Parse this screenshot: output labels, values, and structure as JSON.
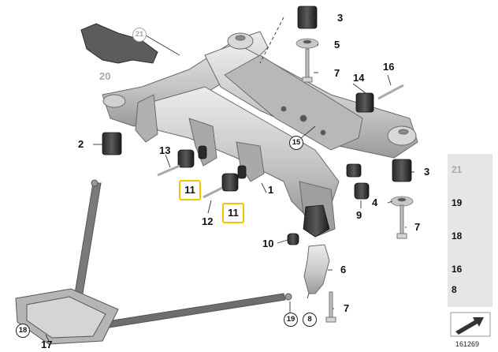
{
  "diagram_id": "161269",
  "part_labels": {
    "p1": "1",
    "p2": "2",
    "p3a": "3",
    "p3b": "3",
    "p4": "4",
    "p5": "5",
    "p6": "6",
    "p7a": "7",
    "p7b": "7",
    "p7c": "7",
    "p9": "9",
    "p10": "10",
    "p12": "12",
    "p13": "13",
    "p14": "14",
    "p16": "16",
    "p17": "17",
    "p20": "20"
  },
  "circled_labels": {
    "c15": "15",
    "c18": "18",
    "c19": "19",
    "c21": "21",
    "c8": "8"
  },
  "highlighted_labels": {
    "h11a": "11",
    "h11b": "11"
  },
  "key_panel": [
    {
      "num": "21",
      "icon": "cap-nut-icon",
      "muted": true
    },
    {
      "num": "19",
      "icon": "flange-bolt-icon"
    },
    {
      "num": "18",
      "icon": "flange-bolt-icon"
    },
    {
      "num": "16",
      "icon": "hex-nut-icon"
    },
    {
      "num": "8",
      "icon": "flange-bolt-icon"
    },
    {
      "num": "",
      "icon": "direction-arrow-icon"
    }
  ],
  "colors": {
    "highlight": "#f5c400",
    "metal": "#c9c9c9",
    "muted_label": "#a8a8a8",
    "key_bg": "#e6e6e6"
  }
}
